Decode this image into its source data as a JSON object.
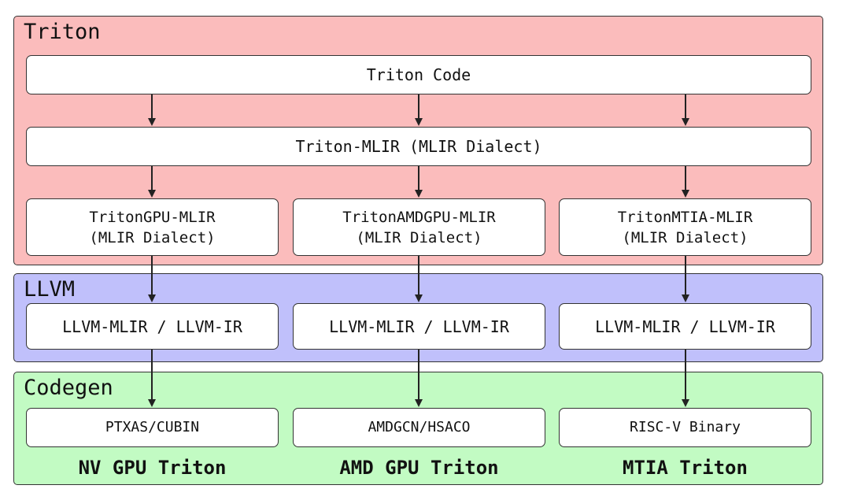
{
  "layers": {
    "triton": {
      "title": "Triton",
      "color": "#fbbcbc"
    },
    "llvm": {
      "title": "LLVM",
      "color": "#c0c0fb"
    },
    "codegen": {
      "title": "Codegen",
      "color": "#c2fbc3"
    }
  },
  "boxes": {
    "triton_code": "Triton Code",
    "triton_mlir": "Triton-MLIR (MLIR Dialect)",
    "gpu_dialects": [
      {
        "line1": "TritonGPU-MLIR",
        "line2": "(MLIR Dialect)"
      },
      {
        "line1": "TritonAMDGPU-MLIR",
        "line2": "(MLIR Dialect)"
      },
      {
        "line1": "TritonMTIA-MLIR",
        "line2": "(MLIR Dialect)"
      }
    ],
    "llvm_ir": [
      "LLVM-MLIR / LLVM-IR",
      "LLVM-MLIR / LLVM-IR",
      "LLVM-MLIR / LLVM-IR"
    ],
    "codegen_outputs": [
      "PTXAS/CUBIN",
      "AMDGCN/HSACO",
      "RISC-V Binary"
    ]
  },
  "backends": [
    "NV GPU Triton",
    "AMD GPU Triton",
    "MTIA Triton"
  ]
}
